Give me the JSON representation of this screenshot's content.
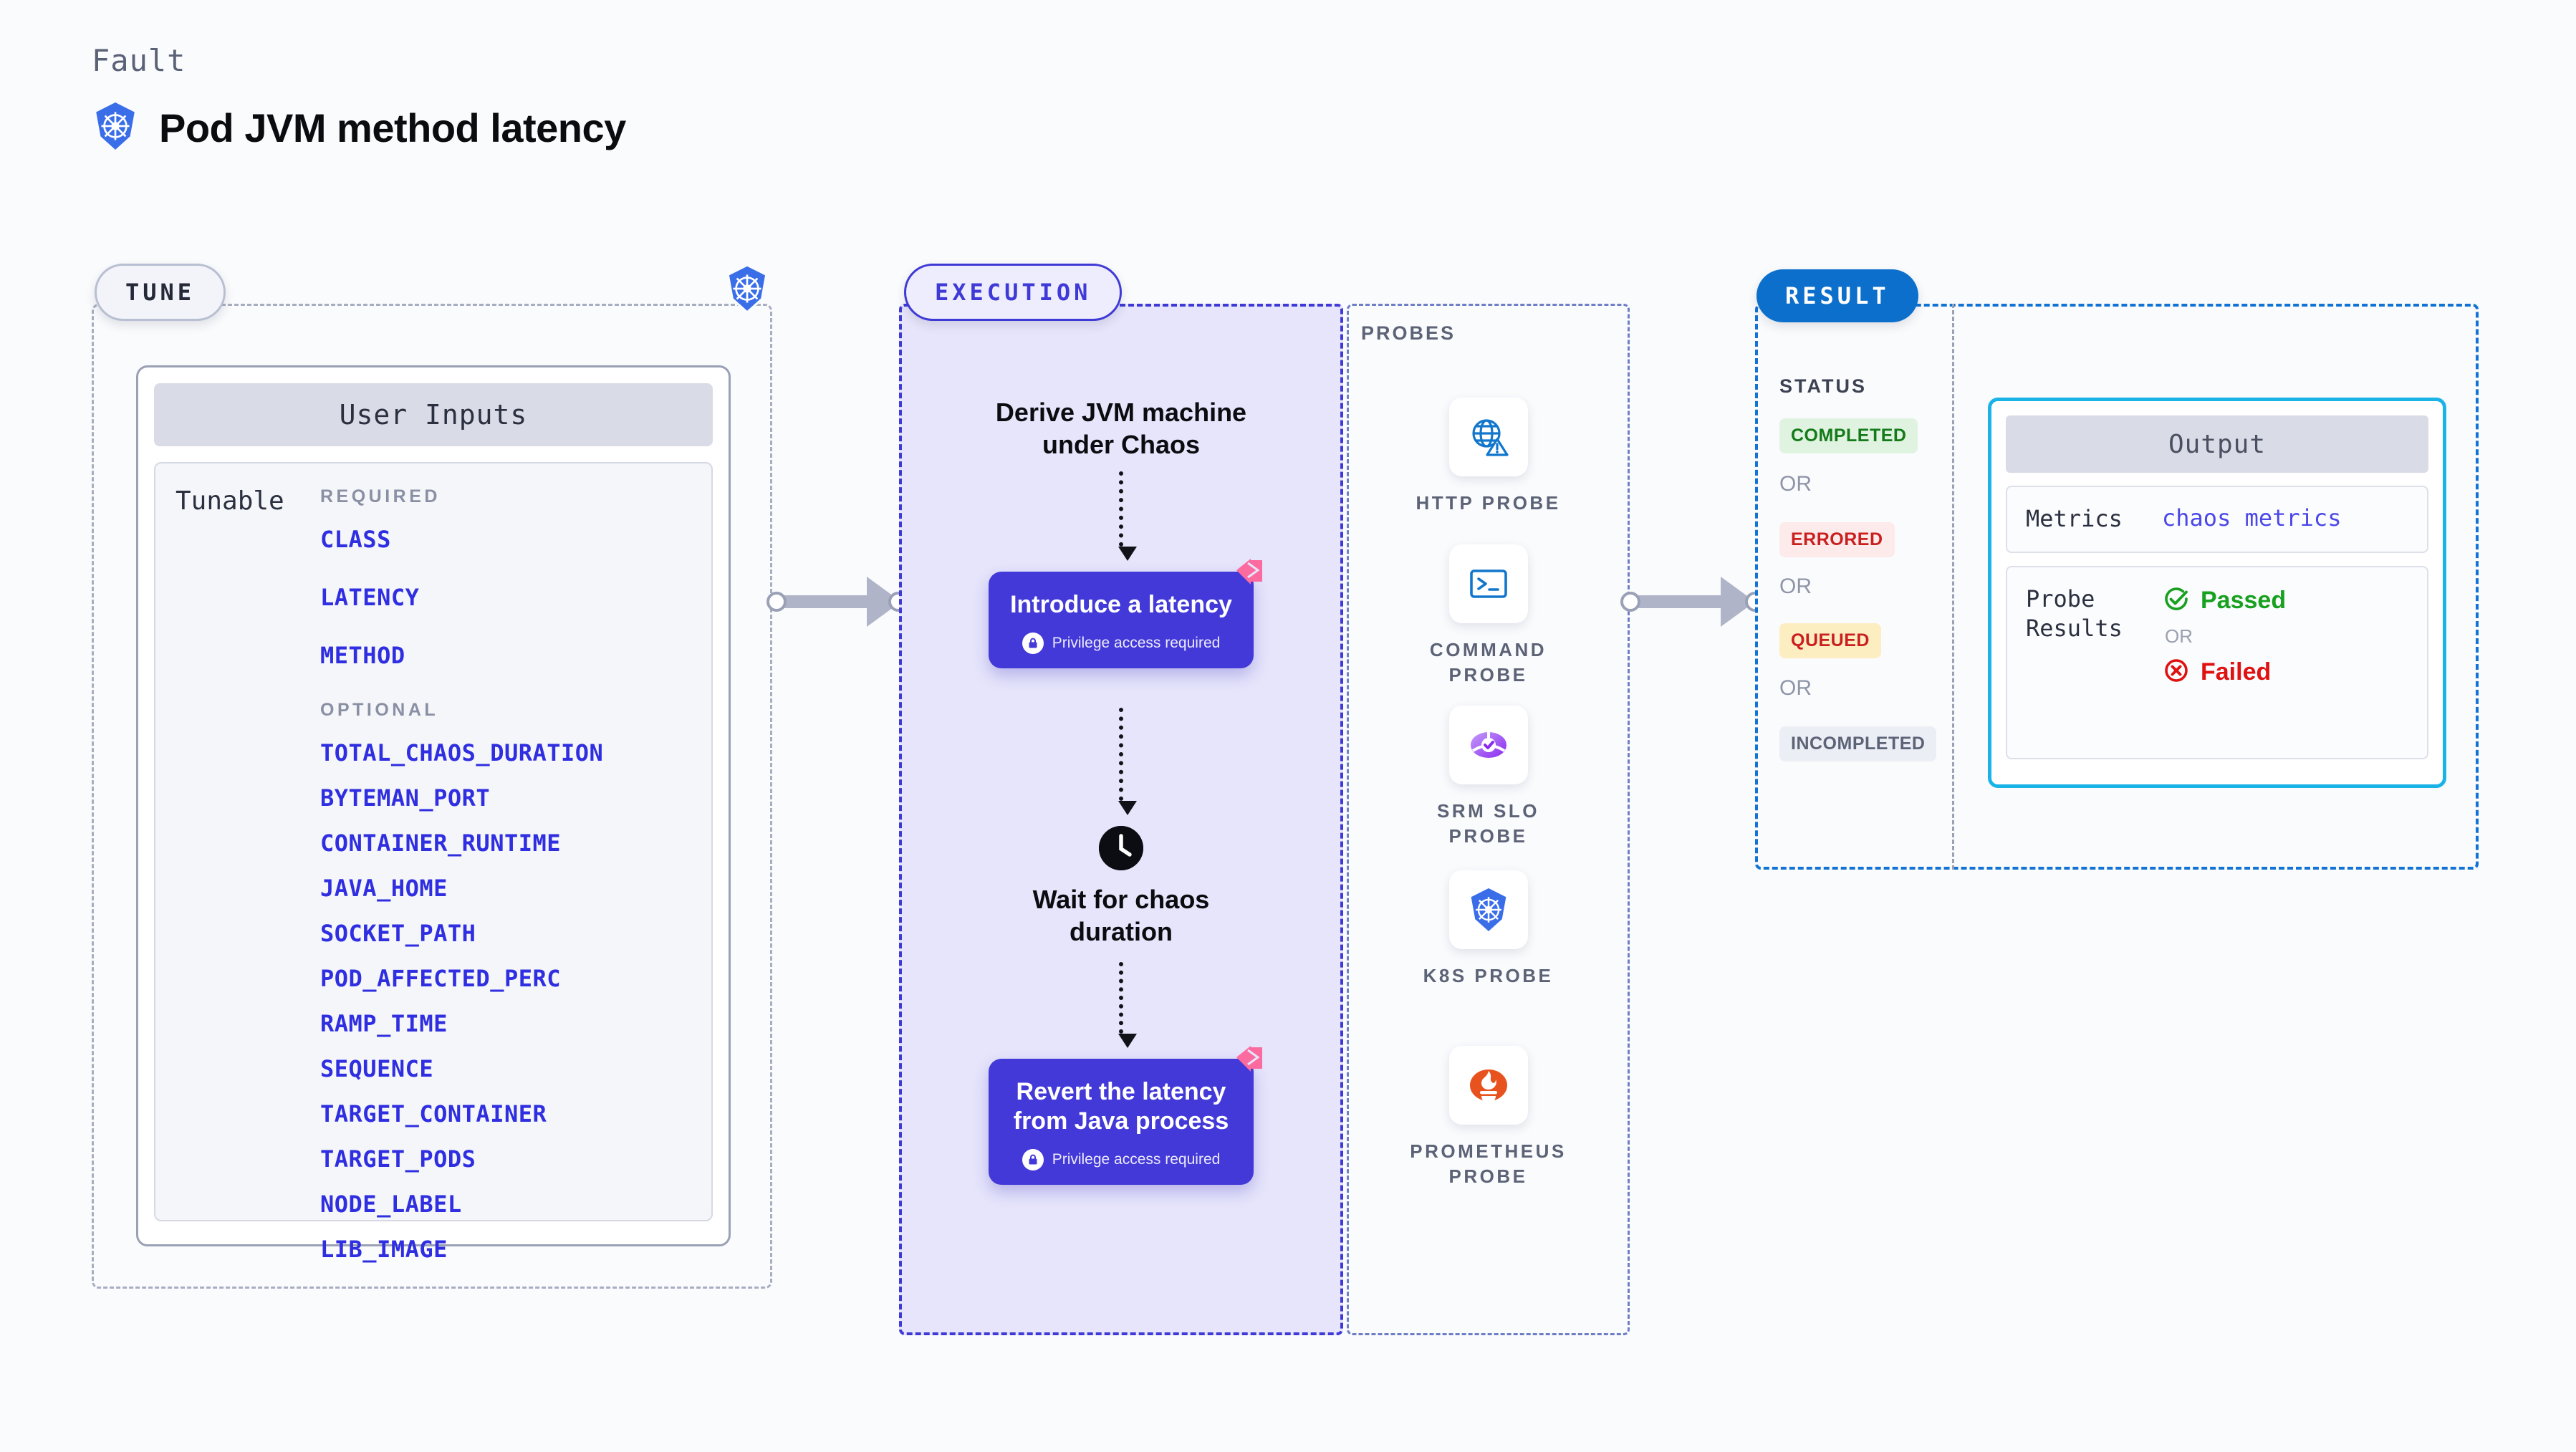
{
  "header": {
    "eyebrow": "Fault",
    "title": "Pod JVM method latency",
    "icon": "kubernetes-icon"
  },
  "tune": {
    "pill_label": "TUNE",
    "badge_icon": "kubernetes-icon",
    "card_title": "User Inputs",
    "tunable_label": "Tunable",
    "required_head": "REQUIRED",
    "required": [
      "CLASS",
      "LATENCY",
      "METHOD"
    ],
    "optional_head": "OPTIONAL",
    "optional": [
      "TOTAL_CHAOS_DURATION",
      "BYTEMAN_PORT",
      "CONTAINER_RUNTIME",
      "JAVA_HOME",
      "SOCKET_PATH",
      "POD_AFFECTED_PERC",
      "RAMP_TIME",
      "SEQUENCE",
      "TARGET_CONTAINER",
      "TARGET_PODS",
      "NODE_LABEL",
      "LIB_IMAGE"
    ]
  },
  "execution": {
    "pill_label": "EXECUTION",
    "step1_text": "Derive JVM machine\nunder Chaos",
    "card1_title": "Introduce a latency",
    "card1_privilege": "Privilege access required",
    "wait_text": "Wait for chaos\nduration",
    "wait_icon": "clock-icon",
    "card2_title": "Revert the latency\nfrom Java process",
    "card2_privilege": "Privilege access required",
    "flag_icon": "pink-flag-icon",
    "lock_icon": "lock-icon"
  },
  "probes": {
    "title": "PROBES",
    "items": [
      {
        "label": "HTTP  PROBE",
        "icon": "globe-warning-icon"
      },
      {
        "label": "COMMAND\nPROBE",
        "icon": "terminal-icon"
      },
      {
        "label": "SRM  SLO\nPROBE",
        "icon": "srm-slo-gauge-icon"
      },
      {
        "label": "K8S  PROBE",
        "icon": "kubernetes-icon"
      },
      {
        "label": "PROMETHEUS\nPROBE",
        "icon": "prometheus-icon"
      }
    ]
  },
  "result": {
    "pill_label": "RESULT",
    "status_title": "STATUS",
    "or_label": "OR",
    "statuses": [
      {
        "label": "COMPLETED",
        "bg": "#dff3e0",
        "fg": "#147a1a"
      },
      {
        "label": "ERRORED",
        "bg": "#fdeaea",
        "fg": "#c91f1f"
      },
      {
        "label": "QUEUED",
        "bg": "#fdeec2",
        "fg": "#c91f1f"
      },
      {
        "label": "INCOMPLETED",
        "bg": "#eceef5",
        "fg": "#5d6377"
      }
    ],
    "output": {
      "title": "Output",
      "metrics_key": "Metrics",
      "metrics_value": "chaos metrics",
      "probe_results_key": "Probe\nResults",
      "passed_label": "Passed",
      "passed_icon": "check-circle-icon",
      "or_label": "OR",
      "failed_label": "Failed",
      "failed_icon": "x-circle-icon"
    }
  },
  "colors": {
    "accent_indigo": "#4339d8",
    "accent_blue": "#0b6fcb",
    "param_blue": "#2f2ee0",
    "pink_flag": "#fb6ba0",
    "cyan_border": "#1ab3e8"
  }
}
